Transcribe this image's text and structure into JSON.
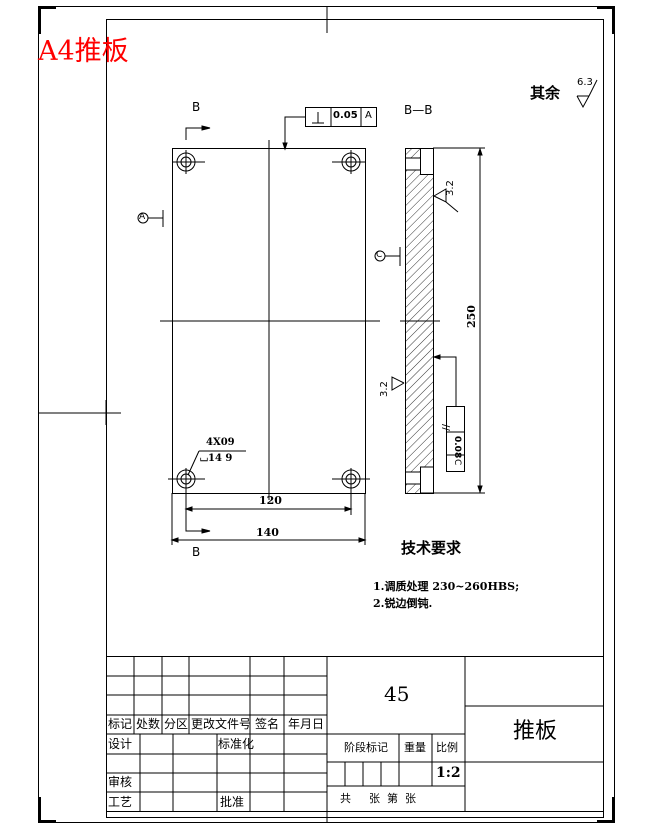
{
  "drawing": {
    "file_label": "A4推板",
    "surface_finish_rest_label": "其余",
    "surface_finish_rest_value": "6.3",
    "front_view": {
      "section_marker_top": "B",
      "section_marker_bottom": "B",
      "datum_a": "A",
      "tolerance_frame": {
        "symbol": "⊥",
        "value": "0.05",
        "datum": "A"
      },
      "hole_callout_count": "4X09",
      "hole_callout_cbore": "⌴14 9",
      "dim_hole_spacing": "120",
      "dim_width": "140"
    },
    "section_view": {
      "title": "B—B",
      "datum_c": "C",
      "roughness_right": "3.2",
      "roughness_left": "3.2",
      "dim_height": "250",
      "parallel_frame": {
        "symbol": "//",
        "value": "0.08",
        "datum": "C"
      }
    },
    "technical_requirements": {
      "title": "技术要求",
      "items": [
        "1.调质处理 230~260HBS;",
        "2.锐边倒钝."
      ]
    }
  },
  "title_block": {
    "revision_headers": [
      "标记",
      "处数",
      "分区",
      "更改文件号",
      "签名",
      "年月日"
    ],
    "design_label": "设计",
    "standardization_label": "标准化",
    "review_label": "审核",
    "process_label": "工艺",
    "approve_label": "批准",
    "material": "45",
    "stage_mark_label": "阶段标记",
    "weight_label": "重量",
    "scale_label": "比例",
    "scale_value": "1:2",
    "sheet_total_label": "共",
    "sheet_unit_label": "张",
    "sheet_number_label": "第",
    "sheet_unit_label2": "张",
    "part_name": "推板"
  }
}
